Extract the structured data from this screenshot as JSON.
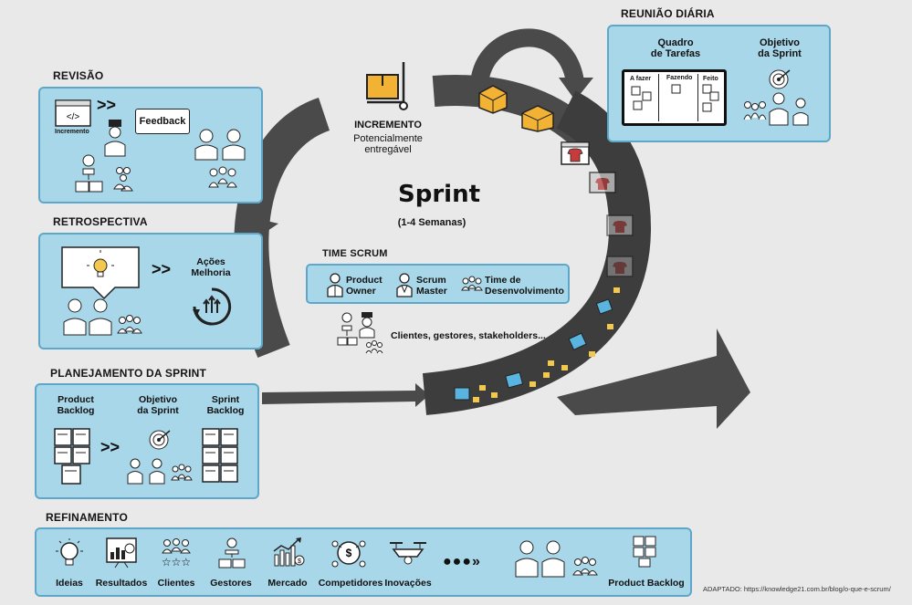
{
  "sprint": {
    "title": "Sprint",
    "duration": "(1-4 Semanas)"
  },
  "increment": {
    "title": "INCREMENTO",
    "subtitle": "Potencialmente\nentregável"
  },
  "daily": {
    "title": "REUNIÃO DIÁRIA",
    "board_label": "Quadro\nde Tarefas",
    "columns": [
      "A fazer",
      "Fazendo",
      "Feito"
    ],
    "goal_label": "Objetivo\nda Sprint"
  },
  "review": {
    "title": "REVISÃO",
    "increment_label": "Incremento",
    "feedback": "Feedback",
    "arrows": ">>"
  },
  "retro": {
    "title": "RETROSPECTIVA",
    "actions": "Ações\nMelhoria",
    "arrows": ">>"
  },
  "planning": {
    "title": "PLANEJAMENTO DA SPRINT",
    "product_backlog": "Product\nBacklog",
    "goal": "Objetivo\nda Sprint",
    "sprint_backlog": "Sprint\nBacklog",
    "arrows": ">>"
  },
  "team": {
    "title": "TIME SCRUM",
    "product_owner": "Product\nOwner",
    "scrum_master": "Scrum\nMaster",
    "dev_team": "Time de\nDesenvolvimento",
    "stakeholders": "Clientes, gestores, stakeholders..."
  },
  "refinement": {
    "title": "REFINAMENTO",
    "items": [
      "Ideias",
      "Resultados",
      "Clientes",
      "Gestores",
      "Mercado",
      "Competidores",
      "Inovações"
    ],
    "product_backlog": "Product Backlog",
    "dots": "●●●»"
  },
  "source": "ADAPTADO: https://knowledge21.com.br/blog/o-que-e-scrum/",
  "colors": {
    "panel": "#a9d7ea",
    "panel_border": "#5fa7c8",
    "arrow": "#4a4a4a",
    "road": "#3d3d3d",
    "box": "#f2b233",
    "sticky_yellow": "#f2c94c",
    "sticky_blue": "#59b4e0"
  }
}
